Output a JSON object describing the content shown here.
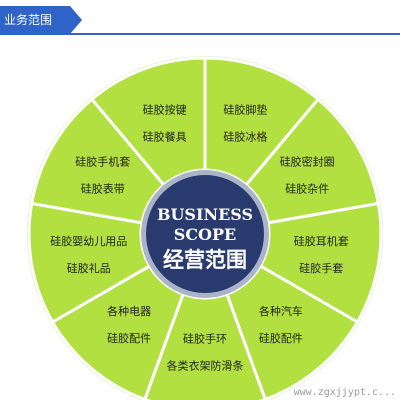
{
  "header": {
    "title": "业务范围"
  },
  "diagram": {
    "center": {
      "line1": "BUSINESS",
      "line2": "SCOPE",
      "line3": "经营范围"
    },
    "segments": [
      {
        "lines": [
          "硅胶脚垫",
          "硅胶冰格"
        ]
      },
      {
        "lines": [
          "硅胶密封圈",
          "硅胶杂件"
        ]
      },
      {
        "lines": [
          "硅胶耳机套",
          "硅胶手套"
        ]
      },
      {
        "lines": [
          "各种汽车",
          "硅胶配件"
        ]
      },
      {
        "lines": [
          "硅胶手环",
          "各类衣架防滑条"
        ]
      },
      {
        "lines": [
          "各种电器",
          "硅胶配件"
        ]
      },
      {
        "lines": [
          "硅胶婴幼儿用品",
          "硅胶礼品"
        ]
      },
      {
        "lines": [
          "硅胶手机套",
          "硅胶表带"
        ]
      },
      {
        "lines": [
          "硅胶按键",
          "硅胶餐具"
        ]
      }
    ],
    "colors": {
      "segment_fill": "#b2e040",
      "segment_stroke": "#ffffff",
      "outline": "#d7ebb8",
      "center_fill": "#283a6e",
      "center_ring": "#aab4c8"
    }
  },
  "watermark": "www.zgxjjypt.c..."
}
